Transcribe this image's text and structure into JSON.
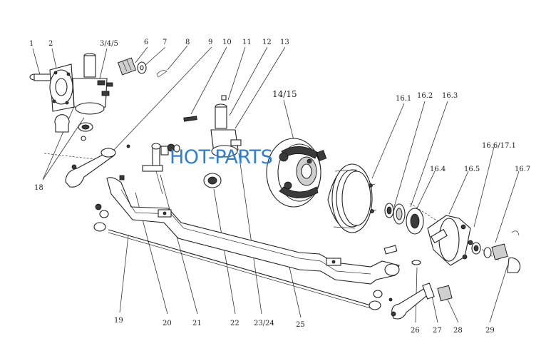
{
  "watermark": "HOT-PARTS",
  "callouts": [
    {
      "id": "1",
      "text": "1"
    },
    {
      "id": "2",
      "text": "2"
    },
    {
      "id": "3-4-5",
      "text": "3/4/5"
    },
    {
      "id": "6",
      "text": "6"
    },
    {
      "id": "7",
      "text": "7"
    },
    {
      "id": "8",
      "text": "8"
    },
    {
      "id": "9",
      "text": "9"
    },
    {
      "id": "10",
      "text": "10"
    },
    {
      "id": "11",
      "text": "11"
    },
    {
      "id": "12",
      "text": "12"
    },
    {
      "id": "13",
      "text": "13"
    },
    {
      "id": "14-15",
      "text": "14/15"
    },
    {
      "id": "16-1",
      "text": "16.1"
    },
    {
      "id": "16-2",
      "text": "16.2"
    },
    {
      "id": "16-3",
      "text": "16.3"
    },
    {
      "id": "16-4",
      "text": "16.4"
    },
    {
      "id": "16-5",
      "text": "16.5"
    },
    {
      "id": "16-6-17-1",
      "text": "16.6/17.1"
    },
    {
      "id": "16-7",
      "text": "16.7"
    },
    {
      "id": "18",
      "text": "18"
    },
    {
      "id": "19",
      "text": "19"
    },
    {
      "id": "20",
      "text": "20"
    },
    {
      "id": "21",
      "text": "21"
    },
    {
      "id": "22",
      "text": "22"
    },
    {
      "id": "23-24",
      "text": "23/24"
    },
    {
      "id": "25",
      "text": "25"
    },
    {
      "id": "26",
      "text": "26"
    },
    {
      "id": "27",
      "text": "27"
    },
    {
      "id": "28",
      "text": "28"
    },
    {
      "id": "29",
      "text": "29"
    }
  ]
}
